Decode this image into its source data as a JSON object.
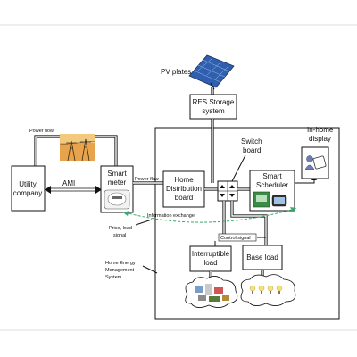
{
  "labels": {
    "pv_plates": "PV plates",
    "res_storage_1": "RES Storage",
    "res_storage_2": "system",
    "switch_board_1": "Switch",
    "switch_board_2": "board",
    "in_home_display_1": "In-home",
    "in_home_display_2": "display",
    "power_flow_top": "Power flow",
    "power_flow_mid": "Power flow",
    "utility_company_1": "Utility",
    "utility_company_2": "company",
    "ami": "AMI",
    "smart_meter_1": "Smart",
    "smart_meter_2": "meter",
    "home_distribution_1": "Home",
    "home_distribution_2": "Distribution",
    "home_distribution_3": "board",
    "smart_scheduler_1": "Smart",
    "smart_scheduler_2": "Scheduler",
    "information_exchange": "Information exchange",
    "control_signal": "Control signal",
    "price_load_1": "Price, load",
    "price_load_2": "signal",
    "interruptible_load_1": "Interruptible",
    "interruptible_load_2": "load",
    "base_load": "Base load",
    "hems_1": "Home Energy",
    "hems_2": "Management",
    "hems_3": "System"
  },
  "colors": {
    "line": "#111111",
    "signal_green": "#3aa86b",
    "solar_blue": "#2f5fae",
    "tower_sky": "#e8a44a"
  },
  "icons": [
    "solar-panel-icon",
    "power-tower-icon",
    "meter-icon",
    "switch-icon",
    "display-icon",
    "scheduler-device-icon",
    "appliances-cloud-icon",
    "bulbs-cloud-icon"
  ]
}
